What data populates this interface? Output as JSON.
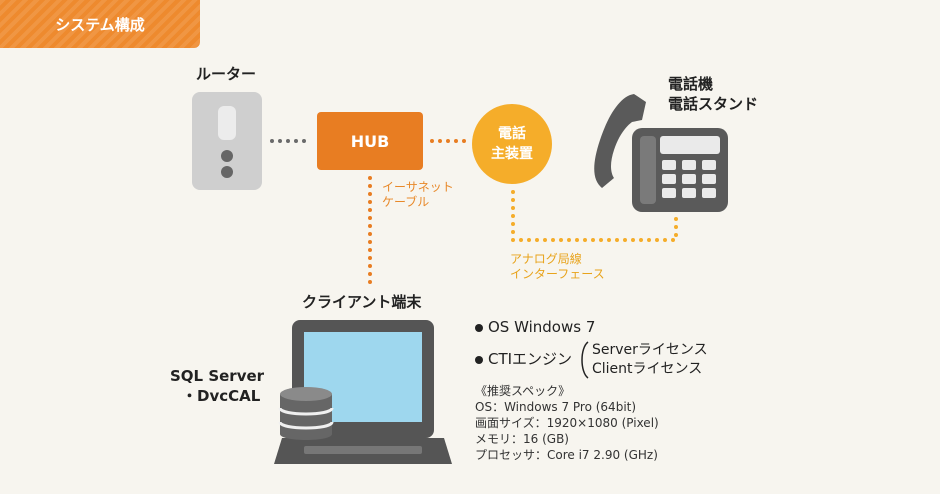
{
  "section_tab": {
    "label": "システム構成"
  },
  "router": {
    "label": "ルーター"
  },
  "hub": {
    "label": "HUB"
  },
  "ethernet": {
    "line1": "イーサネット",
    "line2": "ケーブル"
  },
  "main_unit": {
    "line1": "電話",
    "line2": "主装置"
  },
  "phone": {
    "line1": "電話機",
    "line2": "電話スタンド"
  },
  "analog": {
    "line1": "アナログ局線",
    "line2": "インターフェース"
  },
  "client": {
    "label": "クライアント端末"
  },
  "database": {
    "line1": "SQL Server",
    "line2": "・DvcCAL"
  },
  "os": {
    "label": "OS Windows 7"
  },
  "cti": {
    "label": "CTIエンジン",
    "items": [
      "Serverライセンス",
      "Clientライセンス"
    ]
  },
  "spec": {
    "heading": "《推奨スペック》",
    "lines": [
      "OS：Windows 7 Pro (64bit)",
      "画面サイズ：1920×1080 (Pixel)",
      "メモリ：16 (GB)",
      "プロセッサ：Core i7 2.90 (GHz)"
    ]
  },
  "colors": {
    "hub": "#e87d22",
    "main_unit": "#f5ad2a",
    "tab": "#ee8a2e",
    "device_gray": "#5a5a5a",
    "screen": "#9ed7ee"
  }
}
